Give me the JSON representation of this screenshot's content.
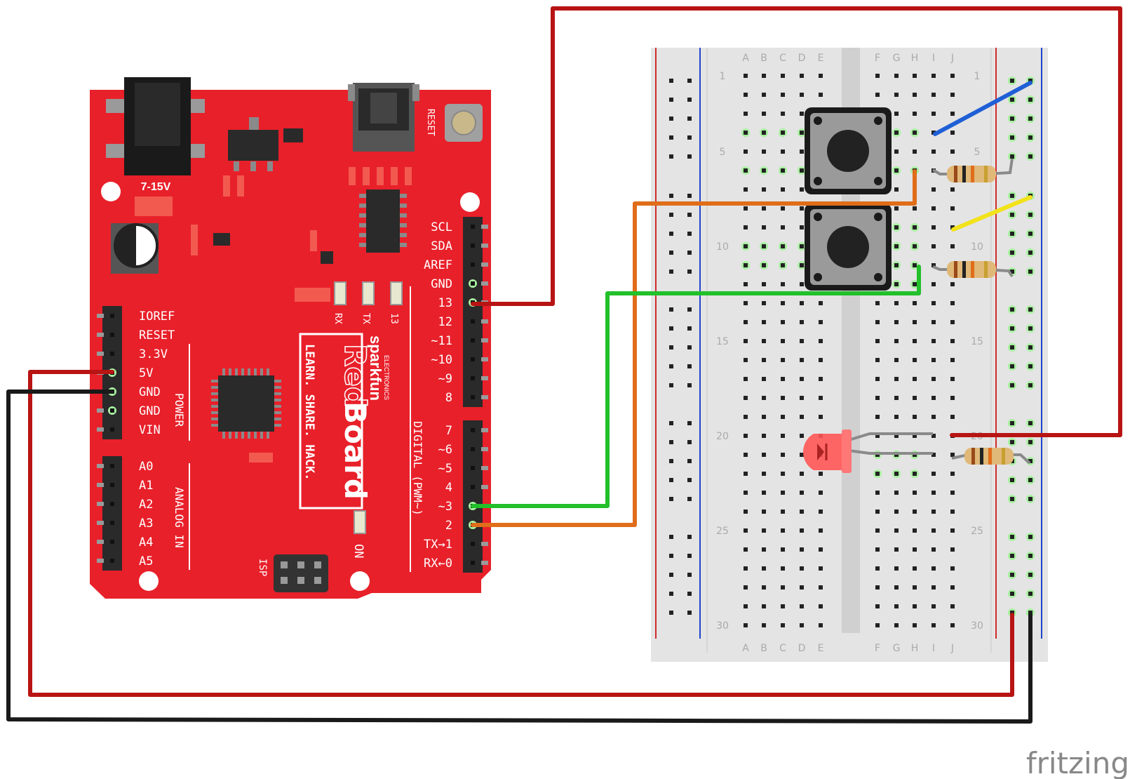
{
  "watermark": "fritzing",
  "colors": {
    "board": "#e8202a",
    "wire_red": "#b81414",
    "wire_black": "#1a1a1a",
    "wire_orange": "#e06d1a",
    "wire_green": "#22c02a",
    "wire_blue": "#1f5fd6",
    "wire_yellow": "#f2e21a",
    "breadboard": "#e4e4e4",
    "rail_red": "#d12a2a",
    "rail_blue": "#2244cc",
    "led": "#ff5555"
  },
  "board": {
    "power_jack_label": "7-15V",
    "reset_label": "RESET",
    "brand": "sparkfun",
    "brand_sub": "ELECTRONICS",
    "name_red": "Red",
    "name_board": "Board",
    "slogan": "LEARN. SHARE. HACK.",
    "led_labels": [
      "RX",
      "TX",
      "13"
    ],
    "on_label": "ON",
    "isp_label": "ISP",
    "power_header_title": "POWER",
    "power_pins": [
      "IOREF",
      "RESET",
      "3.3V",
      "5V",
      "GND",
      "GND",
      "VIN"
    ],
    "analog_header_title": "ANALOG IN",
    "analog_pins": [
      "A0",
      "A1",
      "A2",
      "A3",
      "A4",
      "A5"
    ],
    "digital_header_title": "DIGITAL (PWM~)",
    "digital_top_pins": [
      "SCL",
      "SDA",
      "AREF",
      "GND",
      "13",
      "12",
      "~11",
      "~10",
      "~9",
      "8"
    ],
    "digital_bottom_pins": [
      "7",
      "~6",
      "~5",
      "4",
      "~3",
      "2",
      "TX→1",
      "RX←0"
    ]
  },
  "breadboard": {
    "columns_left": [
      "A",
      "B",
      "C",
      "D",
      "E"
    ],
    "columns_right": [
      "F",
      "G",
      "H",
      "I",
      "J"
    ],
    "row_numbers": [
      "1",
      "5",
      "10",
      "15",
      "20",
      "25",
      "30"
    ]
  },
  "components": {
    "buttons": [
      "pushbutton-1",
      "pushbutton-2"
    ],
    "resistors": 3,
    "leds": 1
  }
}
